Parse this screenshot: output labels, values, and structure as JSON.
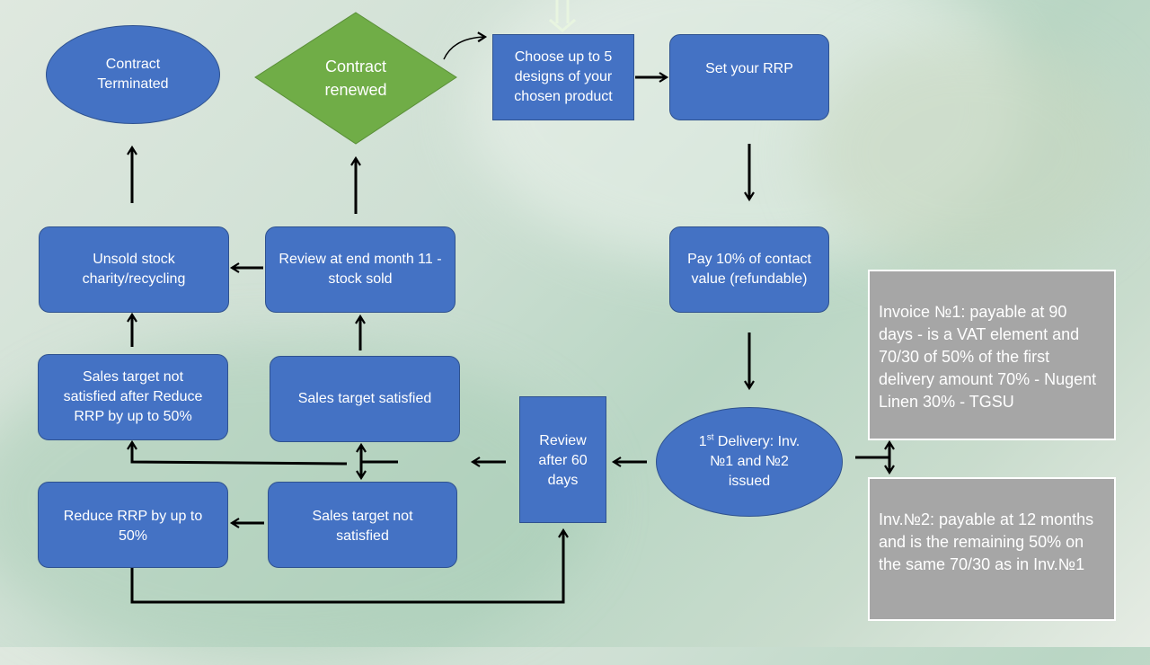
{
  "nodes": {
    "contract_terminated": "Contract Terminated",
    "contract_renewed": "Contract renewed",
    "choose_designs": "Choose up to 5 designs of your chosen product",
    "set_rrp": "Set your RRP",
    "pay_deposit": "Pay 10% of contact value (refundable)",
    "first_delivery_sup": "st",
    "first_delivery_head": "1",
    "first_delivery_rest": " Delivery: Inv. №1 and №2 issued",
    "review_60": "Review after 60 days",
    "unsold_stock": "Unsold stock charity/recycling",
    "review_month11": "Review at end month 11 - stock sold",
    "sales_not_satisfied_reduce": "Sales target not satisfied after Reduce RRP by up to 50%",
    "sales_satisfied": "Sales target satisfied",
    "reduce_rrp": "Reduce RRP by up to 50%",
    "sales_not_satisfied": "Sales target not satisfied"
  },
  "notes": {
    "invoice1": "Invoice №1: payable at 90 days - is a VAT element and 70/30 of 50% of the first delivery amount 70% - Nugent Linen 30% - TGSU",
    "invoice2": "Inv.№2: payable at 12 months and is the remaining 50% on the same 70/30 as in Inv.№1"
  },
  "colors": {
    "node_fill": "#4472c4",
    "diamond_fill": "#70ad47",
    "note_fill": "#a6a6a6",
    "arrow": "#000000"
  }
}
